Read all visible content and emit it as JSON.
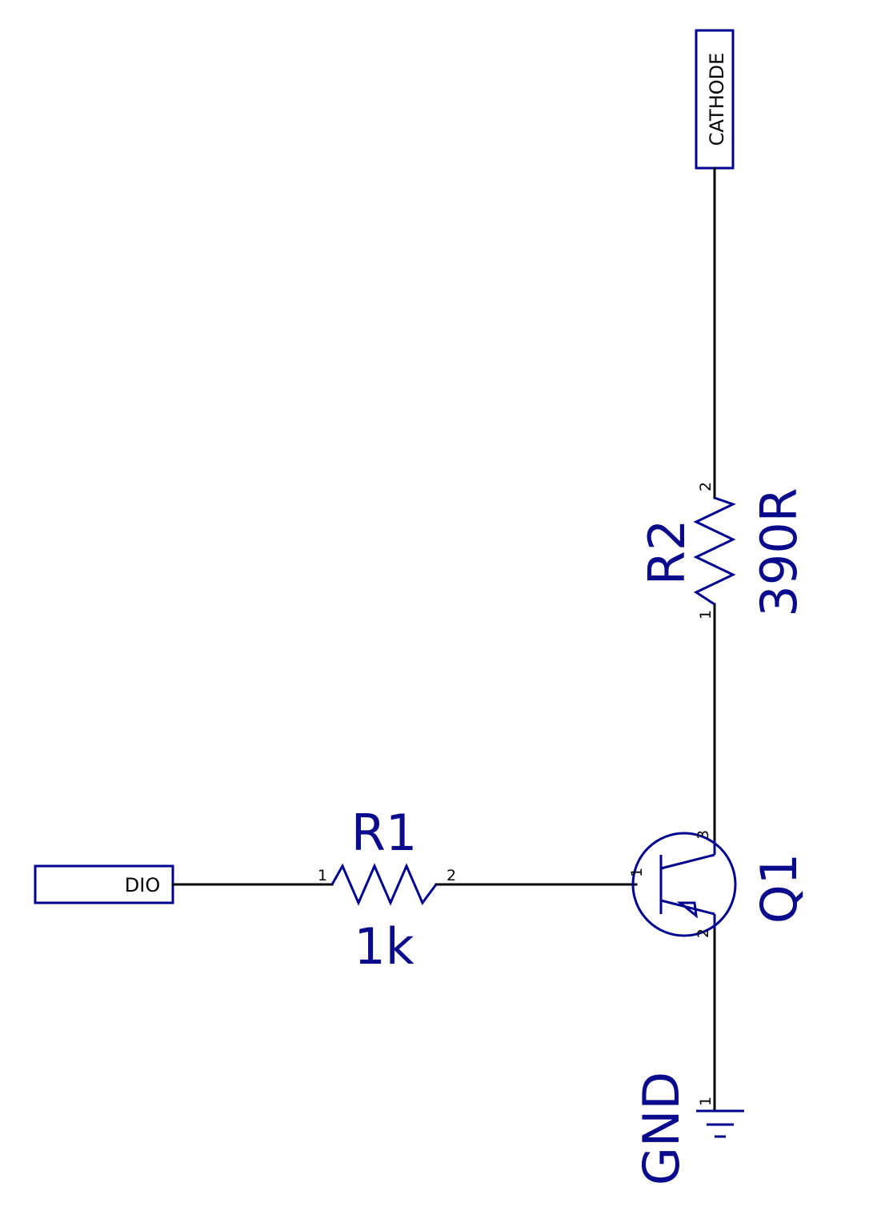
{
  "colors": {
    "symbol": "#000090",
    "wire": "#000000",
    "label": "#0a0a8c",
    "background": "#ffffff"
  },
  "ports": {
    "dio": "DIO",
    "cathode": "CATHODE"
  },
  "r1": {
    "ref": "R1",
    "value": "1k",
    "pin1": "1",
    "pin2": "2"
  },
  "r2": {
    "ref": "R2",
    "value": "390R",
    "pin1": "1",
    "pin2": "2"
  },
  "q1": {
    "ref": "Q1",
    "pin_base": "1",
    "pin_emitter": "2",
    "pin_collector": "3"
  },
  "gnd": {
    "ref": "GND",
    "pin": "1"
  }
}
